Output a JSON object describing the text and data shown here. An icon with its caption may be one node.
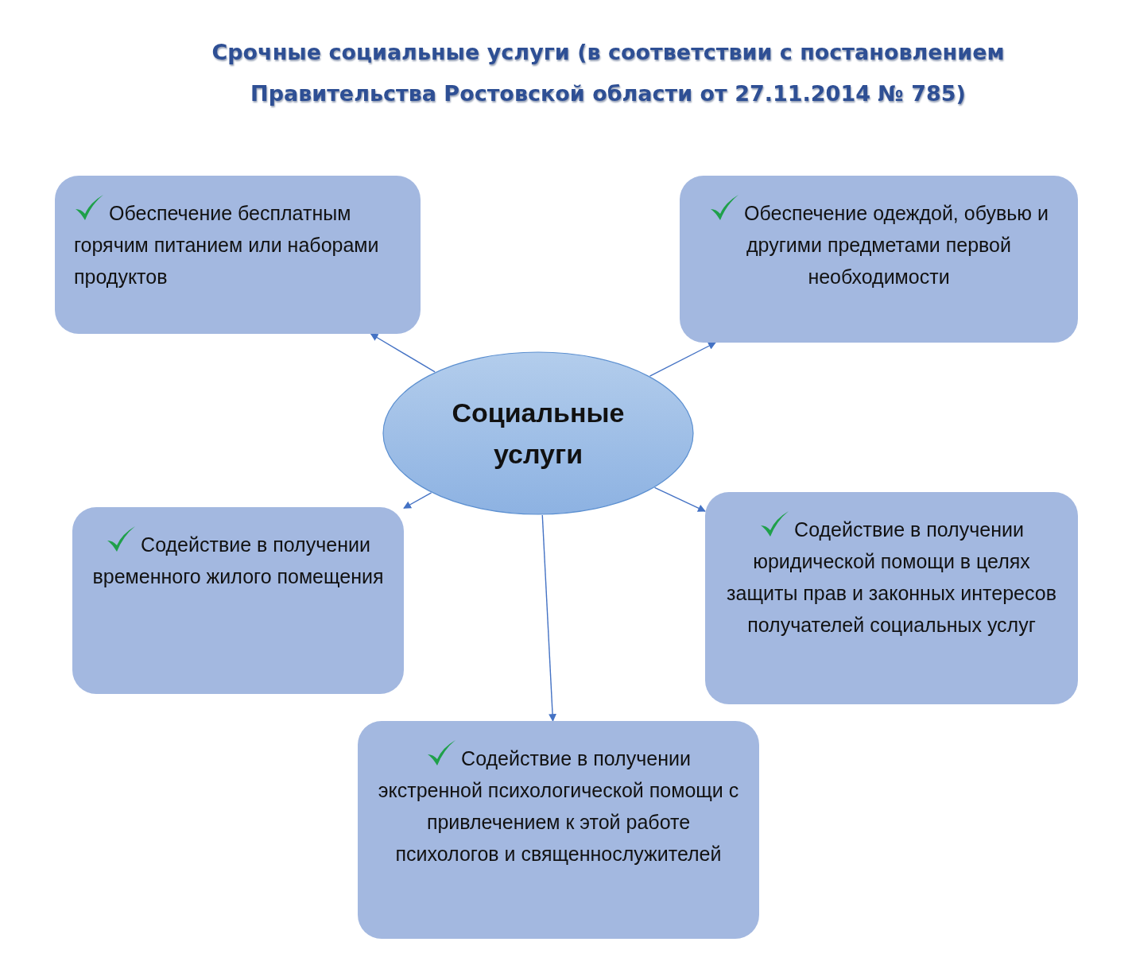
{
  "diagram": {
    "title": "Срочные социальные услуги (в соответствии с постановлением Правительства Ростовской области от 27.11.2014 № 785)",
    "nodes": [
      {
        "text": [
          "Социальные услуги"
        ]
      },
      {
        "text": [
          "Обеспечение бесплатным горячим питанием или наборами продуктов"
        ]
      },
      {
        "text": [
          "Обеспечение одеждой, обувью и другими предметами первой необходимости"
        ]
      },
      {
        "text": [
          "Содействие в получении временного жилого помещения"
        ]
      },
      {
        "text": [
          "Содействие в получении юридической помощи в целях защиты прав и законных интересов получателей социальных услуг"
        ]
      },
      {
        "text": [
          "Содействие в получении экстренной психологической помощи с привлечением к этой работе психологов и священнослужителей"
        ]
      }
    ],
    "edges": [
      {
        "from": 0,
        "to": 1,
        "arrow": "to"
      },
      {
        "from": 0,
        "to": 2,
        "arrow": "to"
      },
      {
        "from": 0,
        "to": 3,
        "arrow": "to"
      },
      {
        "from": 0,
        "to": 4,
        "arrow": "to"
      },
      {
        "from": 0,
        "to": 5,
        "arrow": "to"
      }
    ]
  }
}
